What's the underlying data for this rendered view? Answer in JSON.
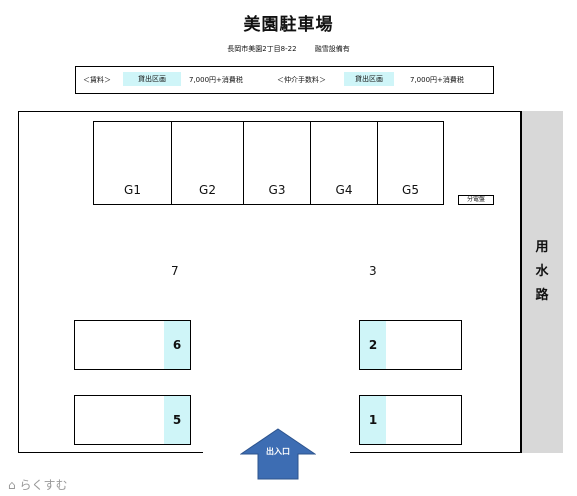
{
  "title": "美園駐車場",
  "address": "長岡市美園2丁目8-22",
  "note": "融雪設備有",
  "fee_label": "＜賃料＞",
  "fee_pill": "貸出区画",
  "fee_price": "7,000円+消費税",
  "broker_label": "＜仲介手数料＞",
  "broker_pill": "貸出区画",
  "broker_price": "7,000円+消費税",
  "canal_label": [
    "用",
    "水",
    "路"
  ],
  "panel_label": "分電盤",
  "entrance_label": "出入口",
  "garages": [
    "G1",
    "G2",
    "G3",
    "G4",
    "G5"
  ],
  "lanes": [
    "7",
    "3"
  ],
  "slots": [
    "6",
    "5",
    "2",
    "1"
  ],
  "highlight_color": "#cff5f8",
  "arrow_color": "#3d6db3",
  "logo_text": "らくすむ"
}
